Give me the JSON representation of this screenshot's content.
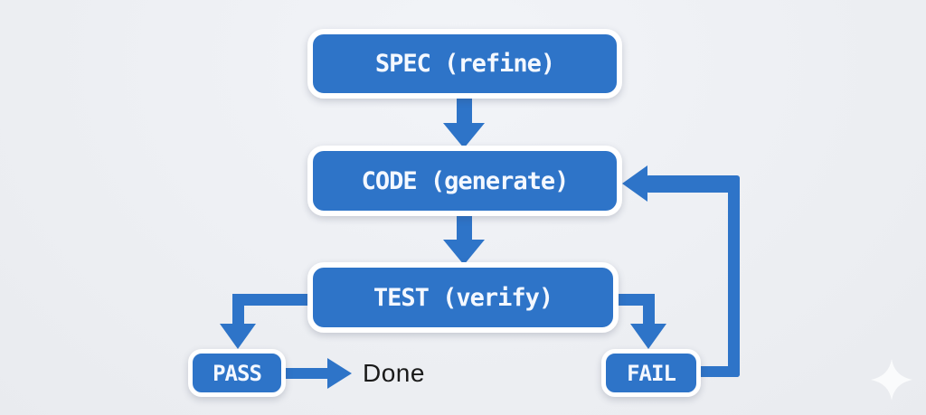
{
  "diagram": {
    "nodes": {
      "spec": {
        "label": "SPEC (refine)"
      },
      "code": {
        "label": "CODE (generate)"
      },
      "test": {
        "label": "TEST (verify)"
      },
      "pass": {
        "label": "PASS"
      },
      "fail": {
        "label": "FAIL"
      },
      "done": {
        "label": "Done"
      }
    },
    "edges": [
      {
        "from": "SPEC (refine)",
        "to": "CODE (generate)",
        "direction": "down"
      },
      {
        "from": "CODE (generate)",
        "to": "TEST (verify)",
        "direction": "down"
      },
      {
        "from": "TEST (verify)",
        "to": "PASS",
        "direction": "elbow-left-down"
      },
      {
        "from": "TEST (verify)",
        "to": "FAIL",
        "direction": "elbow-right-down"
      },
      {
        "from": "PASS",
        "to": "Done",
        "direction": "right"
      },
      {
        "from": "FAIL",
        "to": "CODE (generate)",
        "direction": "feedback-loop-up-left"
      }
    ],
    "colors": {
      "node_fill": "#2e74c8",
      "node_border": "#ffffff",
      "node_text": "#f4f8ff",
      "arrow": "#2e74c8",
      "background": "#edeff3",
      "done_text": "#1a1a1a"
    }
  }
}
